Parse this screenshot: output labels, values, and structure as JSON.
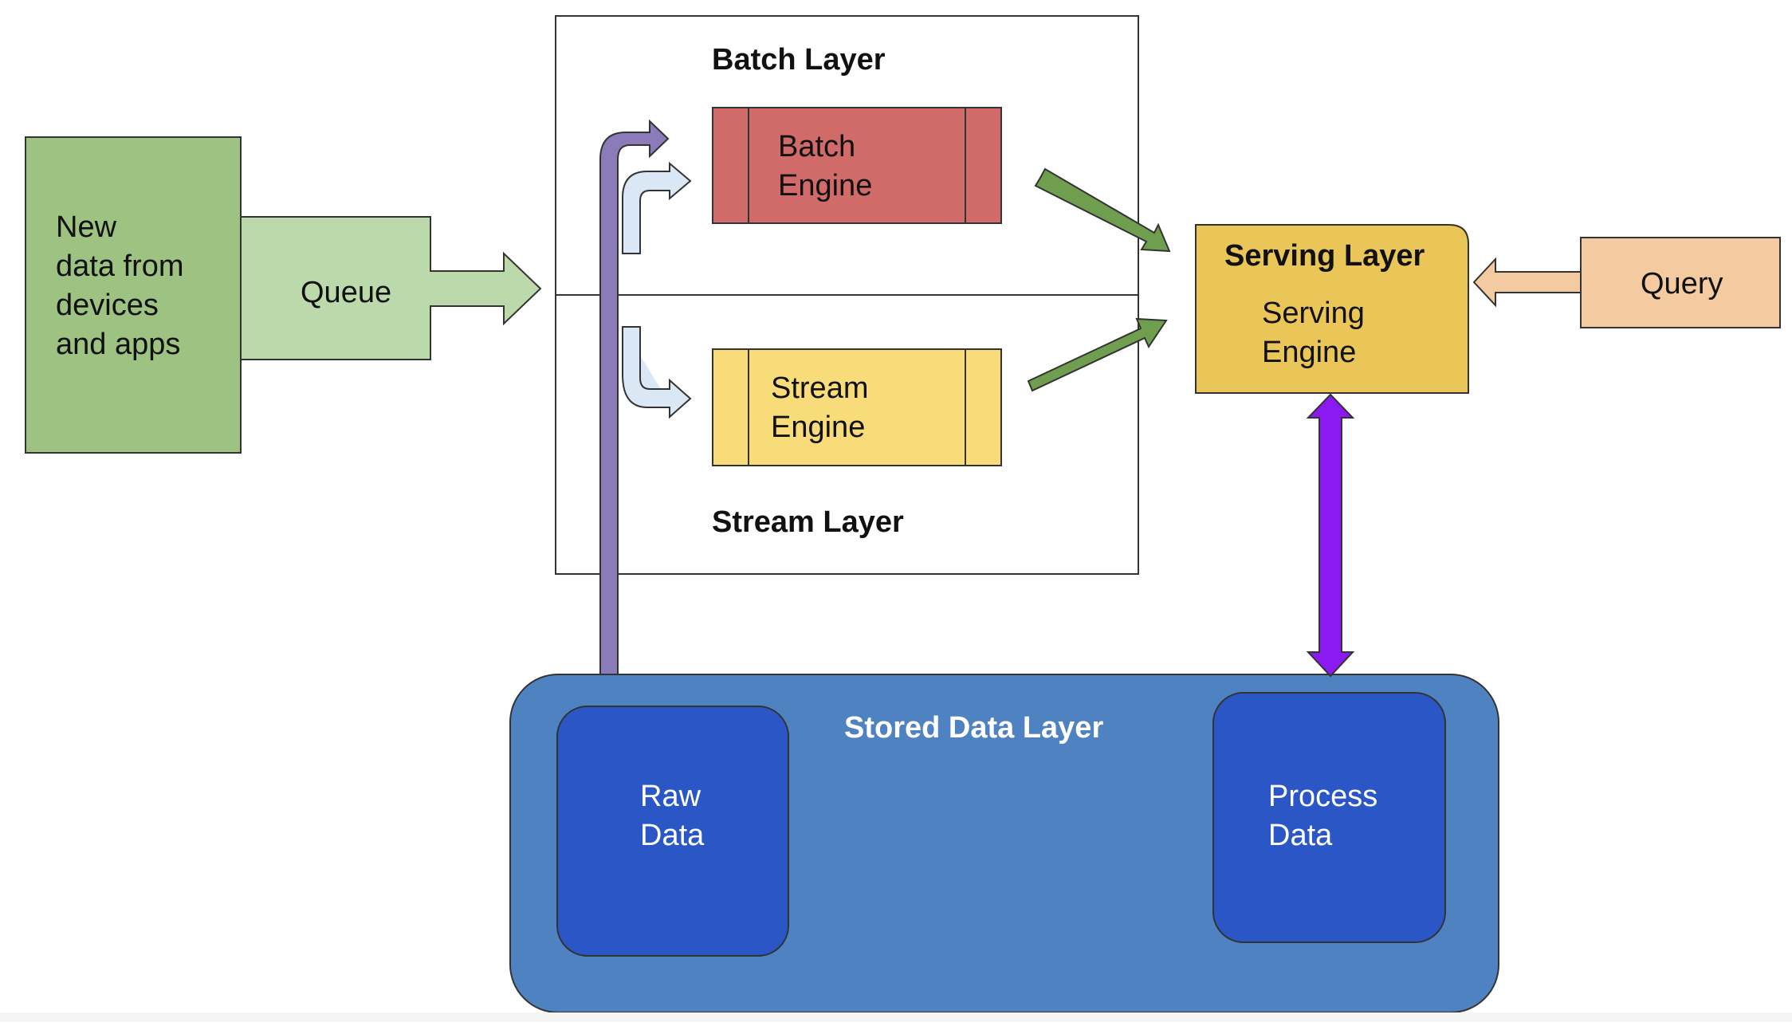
{
  "source": {
    "line1": "New",
    "line2": "data from",
    "line3": "devices",
    "line4": "and apps"
  },
  "queue": {
    "label": "Queue"
  },
  "batch_layer": {
    "title": "Batch Layer",
    "engine_line1": "Batch",
    "engine_line2": "Engine"
  },
  "stream_layer": {
    "title": "Stream Layer",
    "engine_line1": "Stream",
    "engine_line2": "Engine"
  },
  "serving_layer": {
    "title": "Serving Layer",
    "engine_line1": "Serving",
    "engine_line2": "Engine"
  },
  "query": {
    "label": "Query"
  },
  "stored_layer": {
    "title": "Stored Data Layer",
    "raw_line1": "Raw",
    "raw_line2": "Data",
    "process_line1": "Process",
    "process_line2": "Data"
  },
  "colors": {
    "source_fill": "#9dc281",
    "queue_fill": "#bcd9ab",
    "batch_engine_fill": "#d06b69",
    "stream_engine_fill": "#f9dc7a",
    "serving_fill": "#eac557",
    "query_fill": "#f4cba1",
    "stored_fill": "#4f82c0",
    "data_box_fill": "#2a56c6",
    "raw_arrow": "#8b7bb9",
    "split_arrow": "#dae7f5",
    "green_arrow": "#6f9e4e",
    "purple_arrow": "#8a19f2"
  }
}
